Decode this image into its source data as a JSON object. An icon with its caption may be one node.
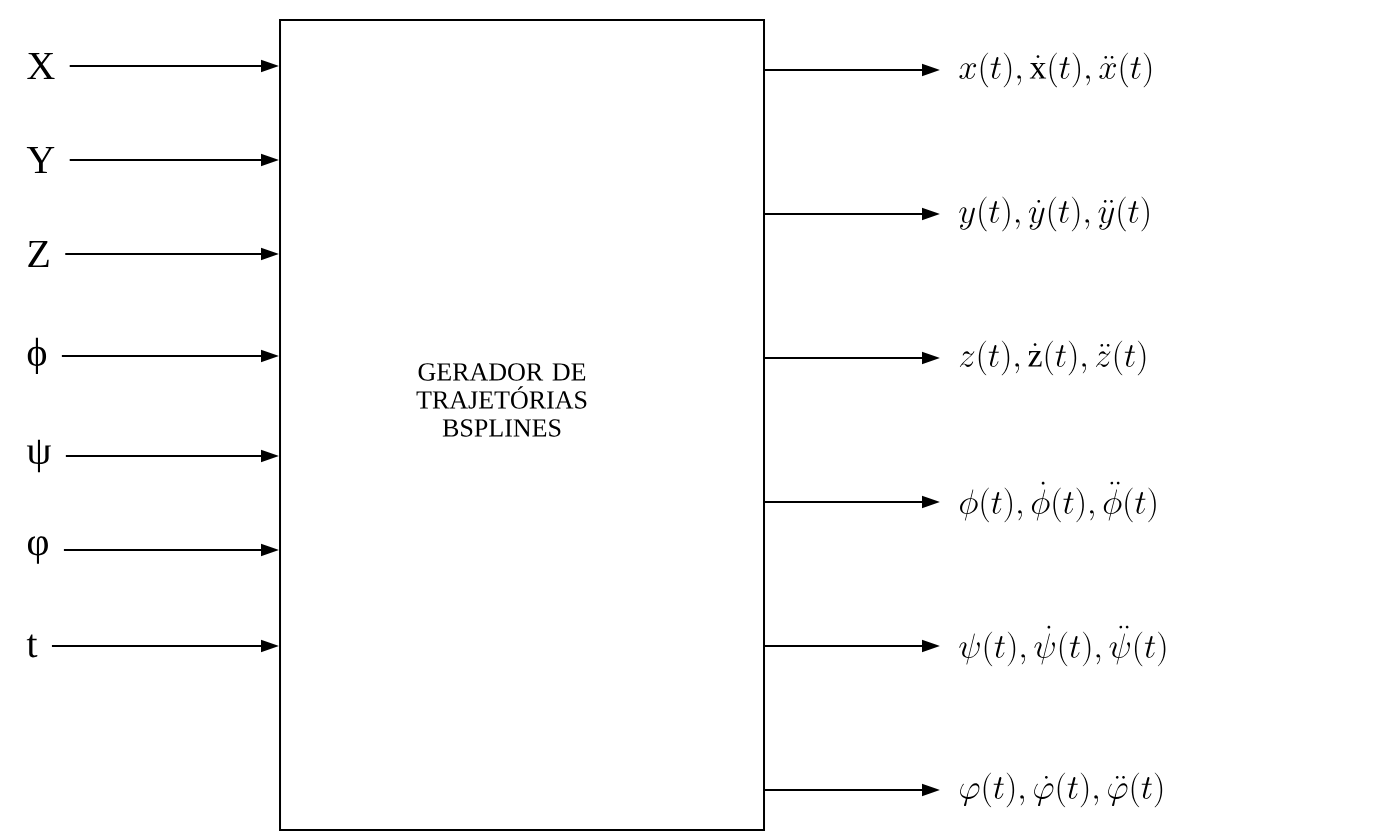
{
  "diagram": {
    "nodes": [
      {
        "text": [
          "GERADOR DE TRAJETÓRIAS BSPLINES"
        ]
      },
      {
        "text": [
          "X"
        ]
      },
      {
        "text": [
          "Y"
        ]
      },
      {
        "text": [
          "Z"
        ]
      },
      {
        "text": [
          "ϕ"
        ]
      },
      {
        "text": [
          "ψ"
        ]
      },
      {
        "text": [
          "φ"
        ]
      },
      {
        "text": [
          "t"
        ]
      },
      {
        "text": [
          "x(t),\\dot{\\mathrm{x}}(t),\\ddot{x}(t)"
        ]
      },
      {
        "text": [
          "y(t),\\dot{y}(t),\\ddot{y}(t)"
        ]
      },
      {
        "text": [
          "z(t),\\dot{\\mathrm{z}}(t),\\ddot{z}(t)"
        ]
      },
      {
        "text": [
          "\\phi(t),\\dot{\\phi}(t),\\ddot{\\phi}(t)"
        ]
      },
      {
        "text": [
          "\\psi(t),\\dot{\\psi}(t),\\ddot{\\psi}(t)"
        ]
      },
      {
        "text": [
          "\\varphi(t),\\dot{\\varphi}(t),\\ddot{\\varphi}(t)"
        ]
      }
    ],
    "edges": [
      {
        "from": 1,
        "to": 0,
        "arrow": "to"
      },
      {
        "from": 2,
        "to": 0,
        "arrow": "to"
      },
      {
        "from": 3,
        "to": 0,
        "arrow": "to"
      },
      {
        "from": 4,
        "to": 0,
        "arrow": "to"
      },
      {
        "from": 5,
        "to": 0,
        "arrow": "to"
      },
      {
        "from": 6,
        "to": 0,
        "arrow": "to"
      },
      {
        "from": 7,
        "to": 0,
        "arrow": "to"
      },
      {
        "from": 0,
        "to": 8,
        "arrow": "to"
      },
      {
        "from": 0,
        "to": 9,
        "arrow": "to"
      },
      {
        "from": 0,
        "to": 10,
        "arrow": "to"
      },
      {
        "from": 0,
        "to": 11,
        "arrow": "to"
      },
      {
        "from": 0,
        "to": 12,
        "arrow": "to"
      },
      {
        "from": 0,
        "to": 13,
        "arrow": "to"
      }
    ]
  }
}
